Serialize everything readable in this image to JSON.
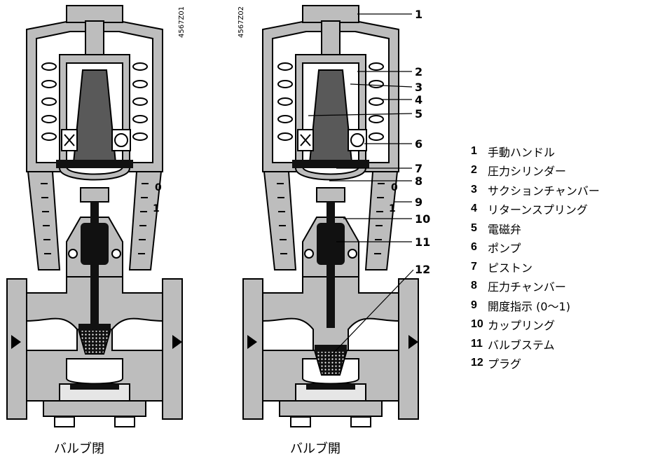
{
  "figure_ids": {
    "left": "4567Z01",
    "right": "4567Z02"
  },
  "captions": {
    "left": "バルブ閉",
    "right": "バルブ開"
  },
  "scale_marks": {
    "zero": "0",
    "one": "1"
  },
  "legend": [
    {
      "num": "1",
      "text": "手動ハンドル"
    },
    {
      "num": "2",
      "text": "圧力シリンダー"
    },
    {
      "num": "3",
      "text": "サクションチャンバー"
    },
    {
      "num": "4",
      "text": "リターンスプリング"
    },
    {
      "num": "5",
      "text": "電磁弁"
    },
    {
      "num": "6",
      "text": "ポンプ"
    },
    {
      "num": "7",
      "text": "ピストン"
    },
    {
      "num": "8",
      "text": "圧力チャンバー"
    },
    {
      "num": "9",
      "text": "開度指示 (0〜1)"
    },
    {
      "num": "10",
      "text": "カップリング"
    },
    {
      "num": "11",
      "text": "バルブステム"
    },
    {
      "num": "12",
      "text": "プラグ"
    }
  ],
  "colors": {
    "light_gray": "#bdbdbd",
    "dark_gray": "#595959",
    "black": "#111111",
    "white": "#ffffff"
  }
}
